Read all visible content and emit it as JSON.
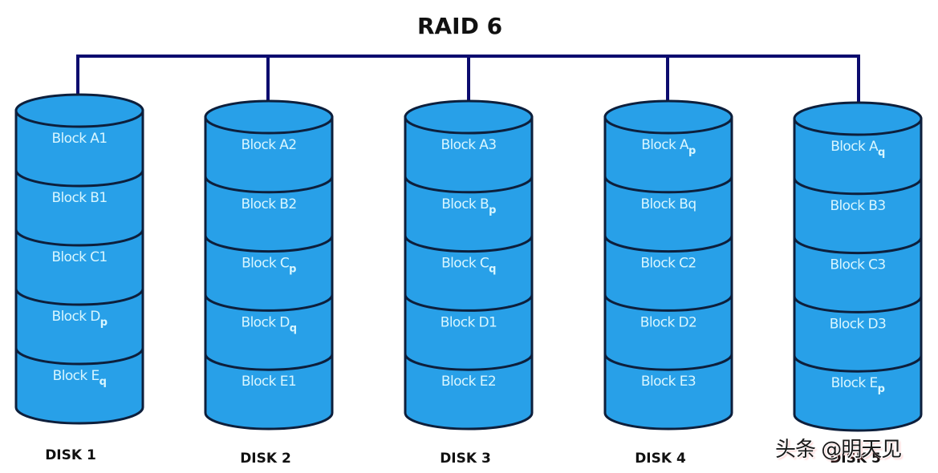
{
  "title": "RAID 6",
  "colors": {
    "disk_fill": "#28a0e8",
    "disk_stroke": "#0d1f3c",
    "bus_line": "#0b0b6e",
    "block_text": "#d8f6ff",
    "label_text": "#111111"
  },
  "disks": [
    {
      "label": "DISK 1",
      "blocks": [
        {
          "base": "Block A1",
          "sub": ""
        },
        {
          "base": "Block B1",
          "sub": ""
        },
        {
          "base": "Block C1",
          "sub": ""
        },
        {
          "base": "Block D",
          "sub": "p"
        },
        {
          "base": "Block E",
          "sub": "q"
        }
      ]
    },
    {
      "label": "DISK 2",
      "blocks": [
        {
          "base": "Block A2",
          "sub": ""
        },
        {
          "base": "Block B2",
          "sub": ""
        },
        {
          "base": "Block C",
          "sub": "p"
        },
        {
          "base": "Block D",
          "sub": "q"
        },
        {
          "base": "Block E1",
          "sub": ""
        }
      ]
    },
    {
      "label": "DISK 3",
      "blocks": [
        {
          "base": "Block A3",
          "sub": ""
        },
        {
          "base": "Block B",
          "sub": "p"
        },
        {
          "base": "Block C",
          "sub": "q"
        },
        {
          "base": "Block D1",
          "sub": ""
        },
        {
          "base": "Block E2",
          "sub": ""
        }
      ]
    },
    {
      "label": "DISK 4",
      "blocks": [
        {
          "base": "Block A",
          "sub": "p"
        },
        {
          "base": "Block Bq",
          "sub": ""
        },
        {
          "base": "Block C2",
          "sub": ""
        },
        {
          "base": "Block D2",
          "sub": ""
        },
        {
          "base": "Block E3",
          "sub": ""
        }
      ]
    },
    {
      "label": "DISK 5",
      "blocks": [
        {
          "base": "Block A",
          "sub": "q"
        },
        {
          "base": "Block B3",
          "sub": ""
        },
        {
          "base": "Block C3",
          "sub": ""
        },
        {
          "base": "Block D3",
          "sub": ""
        },
        {
          "base": "Block E",
          "sub": "p"
        }
      ]
    }
  ],
  "watermark": "头条 @明天见"
}
